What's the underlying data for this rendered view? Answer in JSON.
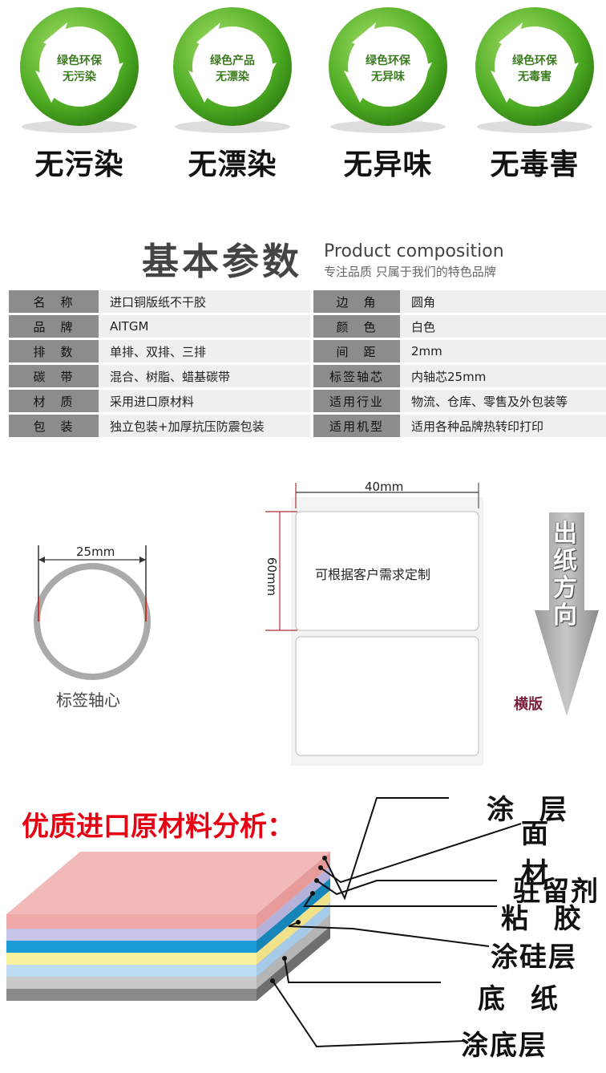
{
  "badges": [
    {
      "inner1": "绿色环保",
      "inner2": "无污染",
      "big": "无污染"
    },
    {
      "inner1": "绿色产品",
      "inner2": "无漂染",
      "big": "无漂染"
    },
    {
      "inner1": "绿色环保",
      "inner2": "无异味",
      "big": "无异味"
    },
    {
      "inner1": "绿色环保",
      "inner2": "无毒害",
      "big": "无毒害"
    }
  ],
  "header": {
    "title_cn": "基本参数",
    "title_en": "Product composition",
    "subtitle": "专注品质 只属于我们的特色品牌"
  },
  "params": [
    {
      "l1": "名　称",
      "v1": "进口铜版纸不干胶",
      "l2": "边　角",
      "v2": "圆角"
    },
    {
      "l1": "品　牌",
      "v1": "AITGM",
      "l2": "颜　色",
      "v2": "白色"
    },
    {
      "l1": "排　数",
      "v1": "单排、双排、三排",
      "l2": "间　距",
      "v2": "2mm"
    },
    {
      "l1": "碳　带",
      "v1": "混合、树脂、蜡基碳带",
      "l2": "标签轴芯",
      "v2": "内轴芯25mm"
    },
    {
      "l1": "材　质",
      "v1": "采用进口原材料",
      "l2": "适用行业",
      "v2": "物流、仓库、零售及外包装等"
    },
    {
      "l1": "包　装",
      "v1": "独立包装+加厚抗压防震包装",
      "l2": "适用机型",
      "v2": "适用各种品牌热转印打印"
    }
  ],
  "core": {
    "dim": "25mm",
    "caption": "标签轴心"
  },
  "label_diagram": {
    "width": "40mm",
    "height": "60mm",
    "note": "可根据客户需求定制",
    "orientation": "横版",
    "direction": [
      "出",
      "纸",
      "方",
      "向"
    ]
  },
  "materials": {
    "title": "优质进口原材料分析：",
    "layers": [
      "涂 层",
      "面 材",
      "驻留剂",
      "粘 胶",
      "涂硅层",
      "底 纸",
      "涂底层"
    ],
    "colors": {
      "top": "#f2b9b9",
      "lavender": "#c8c6e8",
      "blue": "#1a9bd6",
      "yellow": "#fbf2a0",
      "lightblue": "#bcdcf2",
      "grey": "#c9c9c9",
      "darkgrey": "#8a8a8a"
    }
  }
}
